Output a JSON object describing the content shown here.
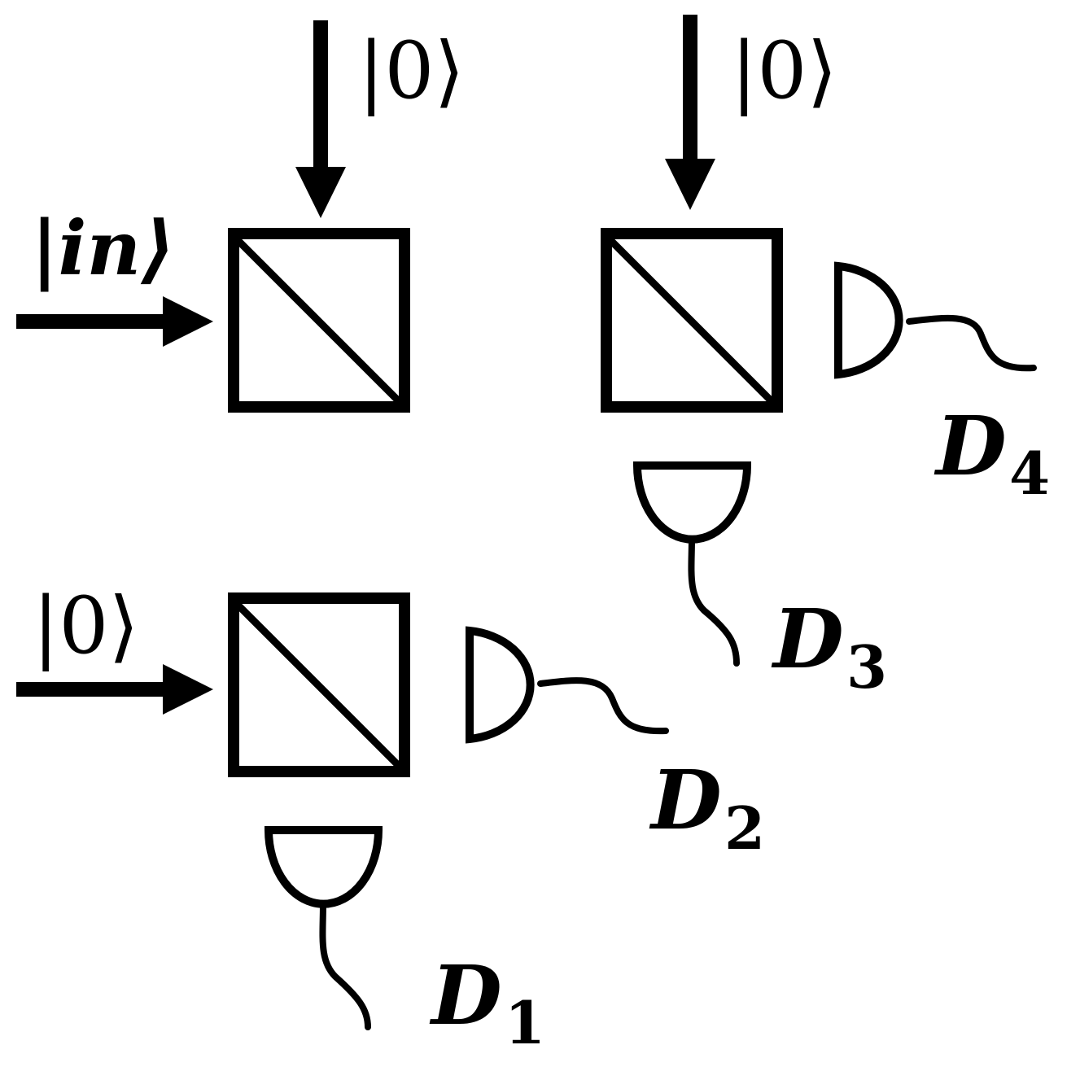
{
  "diagram": {
    "inputs": {
      "in_state": "|in⟩",
      "vac_top_left": "|0⟩",
      "vac_top_right": "|0⟩",
      "vac_bottom_left": "|0⟩"
    },
    "detectors": [
      {
        "letter": "D",
        "index": "1"
      },
      {
        "letter": "D",
        "index": "2"
      },
      {
        "letter": "D",
        "index": "3"
      },
      {
        "letter": "D",
        "index": "4"
      }
    ]
  }
}
